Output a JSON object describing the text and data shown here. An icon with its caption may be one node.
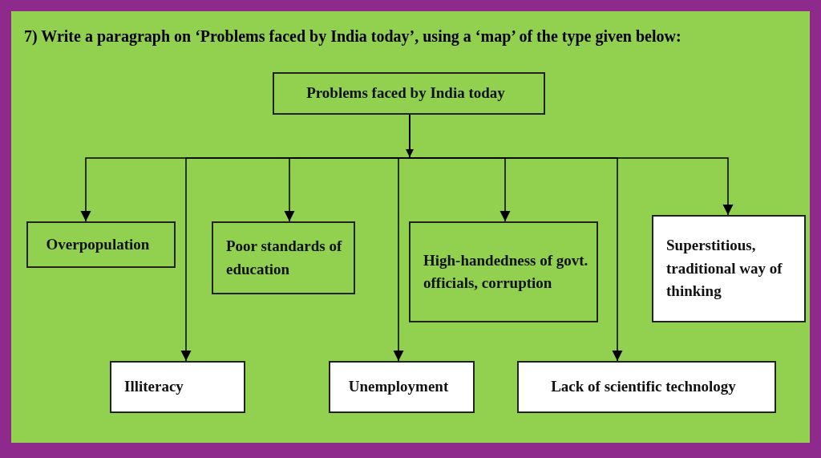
{
  "diagram": {
    "title": "7) Write a paragraph on ‘Problems faced by India today’, using a ‘map’ of the type given below:",
    "nodes": [
      {
        "text": [
          "Problems faced by India today"
        ]
      },
      {
        "text": [
          "Overpopulation"
        ]
      },
      {
        "text": [
          "Poor standards of education"
        ]
      },
      {
        "text": [
          "High-handedness of govt. officials, corruption"
        ]
      },
      {
        "text": [
          "Superstitious, traditional way of thinking"
        ]
      },
      {
        "text": [
          "Illiteracy"
        ]
      },
      {
        "text": [
          "Unemployment"
        ]
      },
      {
        "text": [
          "Lack of scientific technology"
        ]
      }
    ],
    "edges": [
      {
        "from": 0,
        "to": 1,
        "arrow": "to"
      },
      {
        "from": 0,
        "to": 5,
        "arrow": "to"
      },
      {
        "from": 0,
        "to": 2,
        "arrow": "to"
      },
      {
        "from": 0,
        "to": 6,
        "arrow": "to"
      },
      {
        "from": 0,
        "to": 3,
        "arrow": "to"
      },
      {
        "from": 0,
        "to": 7,
        "arrow": "to"
      },
      {
        "from": 0,
        "to": 4,
        "arrow": "to"
      }
    ]
  }
}
